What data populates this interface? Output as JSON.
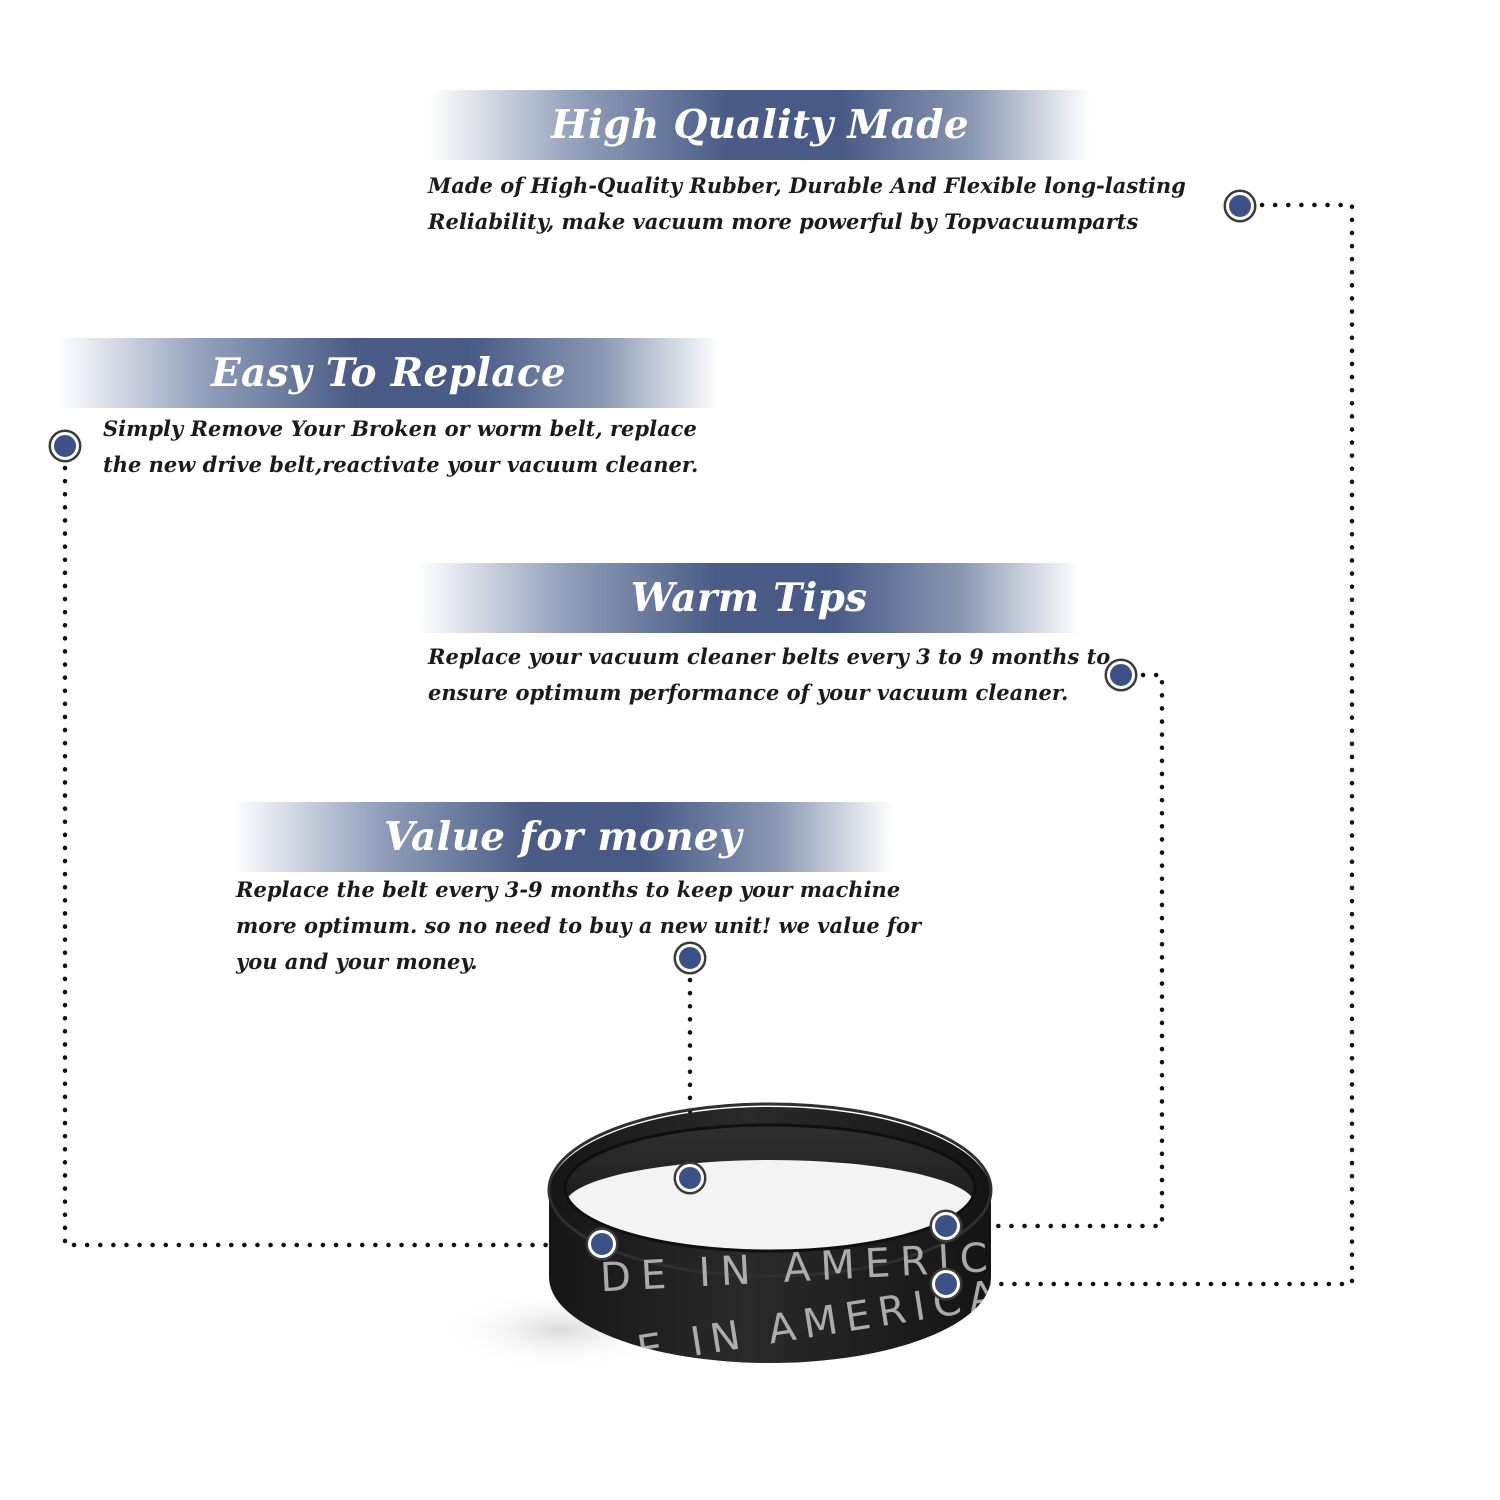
{
  "features": [
    {
      "title": "High Quality Made",
      "description": "Made of  High-Quality Rubber, Durable And Flexible long-lasting\nReliability, make vacuum more powerful by Topvacuumparts"
    },
    {
      "title": "Easy To Replace",
      "description": "Simply Remove Your Broken or worm belt, replace\nthe new drive belt,reactivate your vacuum cleaner."
    },
    {
      "title": "Warm Tips",
      "description": "Replace your vacuum cleaner belts every 3 to 9 months to\nensure optimum performance of your vacuum cleaner."
    },
    {
      "title": "Value for money",
      "description": "Replace the belt every 3-9 months to keep your machine\nmore optimum. so no need to buy a new unit! we value for\nyou and your money."
    }
  ],
  "product": {
    "belt_text_upper": "DE  IN  AMERICA",
    "belt_text_lower": "ADE  IN  AMERICA"
  },
  "colors": {
    "accent": "#3c5287",
    "banner_mid": "#4a5c86",
    "text": "#1b1b1b",
    "belt": "#1a1a1a"
  }
}
